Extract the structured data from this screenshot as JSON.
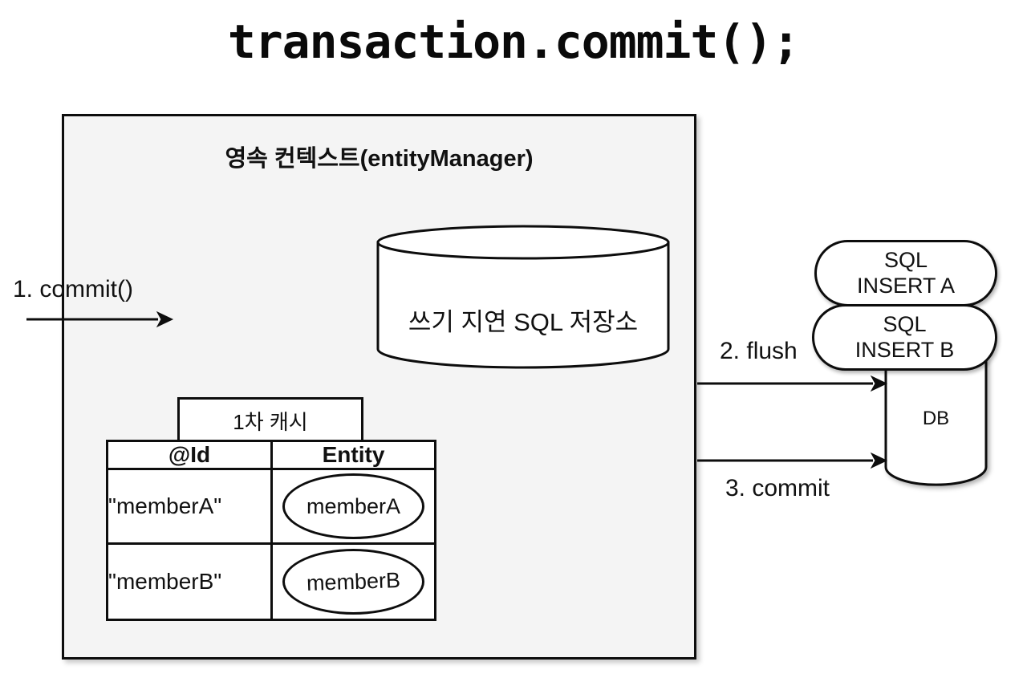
{
  "page": {
    "title": "transaction.commit();"
  },
  "context_box": {
    "title": "영속 컨텍스트(entityManager)",
    "sql_store_label": "쓰기 지연 SQL 저장소",
    "cache": {
      "label": "1차 캐시",
      "headers": {
        "id": "@Id",
        "entity": "Entity"
      },
      "rows": [
        {
          "id": "\"memberA\"",
          "entity": "memberA"
        },
        {
          "id": "\"memberB\"",
          "entity": "memberB"
        }
      ]
    }
  },
  "flow": {
    "commit_label": "1. commit()",
    "flush_label": "2. flush",
    "db_commit_label": "3. commit"
  },
  "sql_queue": [
    {
      "line1": "SQL",
      "line2": "INSERT A"
    },
    {
      "line1": "SQL",
      "line2": "INSERT B"
    }
  ],
  "database": {
    "label": "DB"
  },
  "colors": {
    "page_bg": "#ffffff",
    "context_fill": "#f4f4f4",
    "stroke": "#0d0d0d",
    "shape_fill": "#ffffff"
  }
}
